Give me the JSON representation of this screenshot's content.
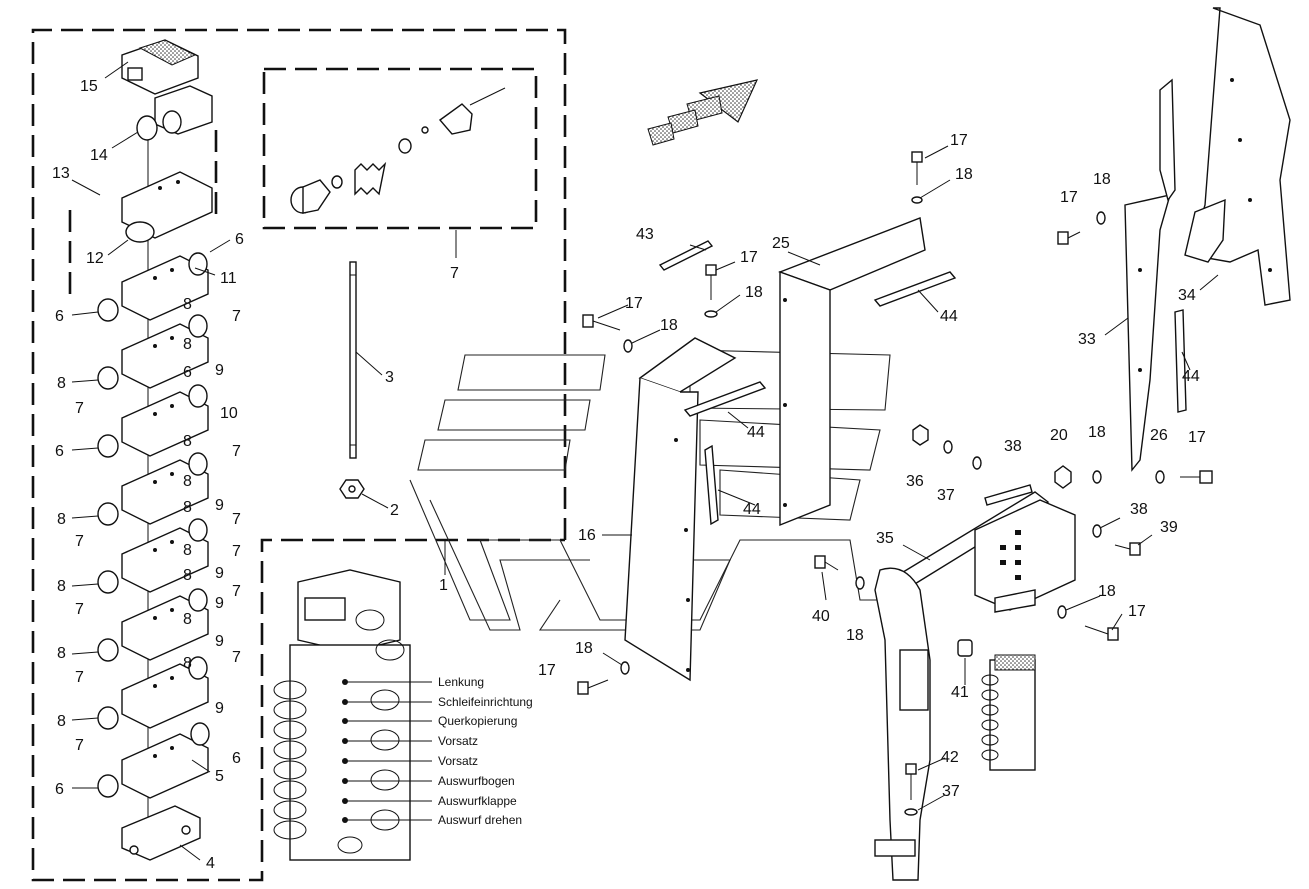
{
  "callouts": {
    "c1": "1",
    "c2": "2",
    "c3": "3",
    "c4": "4",
    "c5": "5",
    "c6": "6",
    "c7": "7",
    "c8": "8",
    "c9": "9",
    "c10": "10",
    "c11": "11",
    "c12": "12",
    "c13": "13",
    "c14": "14",
    "c15": "15",
    "c16": "16",
    "c17": "17",
    "c18": "18",
    "c20": "20",
    "c25": "25",
    "c26": "26",
    "c33": "33",
    "c34": "34",
    "c35": "35",
    "c36": "36",
    "c37": "37",
    "c38": "38",
    "c39": "39",
    "c40": "40",
    "c41": "41",
    "c42": "42",
    "c43": "43",
    "c44": "44"
  },
  "functions": [
    "Lenkung",
    "Schleifeinrichtung",
    "Querkopierung",
    "Vorsatz",
    "Vorsatz",
    "Auswurfbogen",
    "Auswurfklappe",
    "Auswurf drehen"
  ]
}
